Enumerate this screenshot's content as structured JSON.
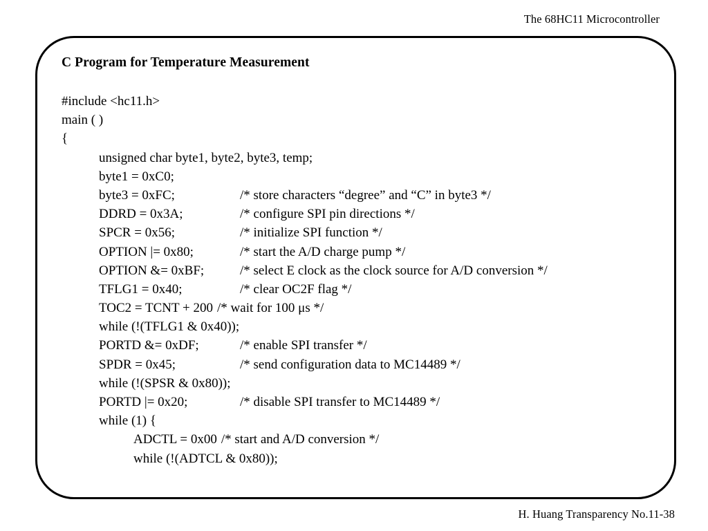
{
  "header": {
    "text": "The 68HC11 Microcontroller"
  },
  "title": "C Program for Temperature Measurement",
  "footer": {
    "text": "H. Huang Transparency No.11-38"
  },
  "code": {
    "language": "C",
    "lines": [
      {
        "indent": 0,
        "code": "#include <hc11.h>",
        "comment": ""
      },
      {
        "indent": 0,
        "code": "main ( )",
        "comment": ""
      },
      {
        "indent": 0,
        "code": "{",
        "comment": ""
      },
      {
        "indent": 1,
        "code": "unsigned char byte1, byte2, byte3, temp;",
        "comment": ""
      },
      {
        "indent": 1,
        "code": "byte1 = 0xC0;",
        "comment": ""
      },
      {
        "indent": 1,
        "code": "byte3 = 0xFC;",
        "comment": "/* store characters “degree” and “C” in byte3 */"
      },
      {
        "indent": 1,
        "code": "DDRD = 0x3A;",
        "comment": "/* configure SPI pin directions */"
      },
      {
        "indent": 1,
        "code": "SPCR = 0x56;",
        "comment": "/* initialize SPI function */"
      },
      {
        "indent": 1,
        "code": "OPTION |= 0x80;",
        "comment": "/* start the A/D charge pump */"
      },
      {
        "indent": 1,
        "code": "OPTION &= 0xBF;",
        "comment": "/* select E clock as the clock source for A/D conversion */"
      },
      {
        "indent": 1,
        "code": "TFLG1 = 0x40;",
        "comment": "/* clear OC2F flag */"
      },
      {
        "indent": 1,
        "code": "TOC2 = TCNT + 200",
        "comment": "/* wait for 100 μs */",
        "flow": true
      },
      {
        "indent": 1,
        "code": "while (!(TFLG1 & 0x40));",
        "comment": ""
      },
      {
        "indent": 1,
        "code": "PORTD &= 0xDF;",
        "comment": "/* enable SPI transfer */"
      },
      {
        "indent": 1,
        "code": "SPDR = 0x45;",
        "comment": "/* send configuration data to MC14489 */"
      },
      {
        "indent": 1,
        "code": "while (!(SPSR & 0x80));",
        "comment": ""
      },
      {
        "indent": 1,
        "code": "PORTD |= 0x20;",
        "comment": "/* disable SPI transfer to MC14489 */"
      },
      {
        "indent": 1,
        "code": "while (1) {",
        "comment": ""
      },
      {
        "indent": 2,
        "code": "ADCTL = 0x00",
        "comment": "/* start and A/D conversion */",
        "flow": true
      },
      {
        "indent": 2,
        "code": "while (!(ADTCL & 0x80));",
        "comment": ""
      }
    ]
  },
  "colors": {
    "background": "#ffffff",
    "text": "#000000",
    "frame_border": "#000000"
  }
}
